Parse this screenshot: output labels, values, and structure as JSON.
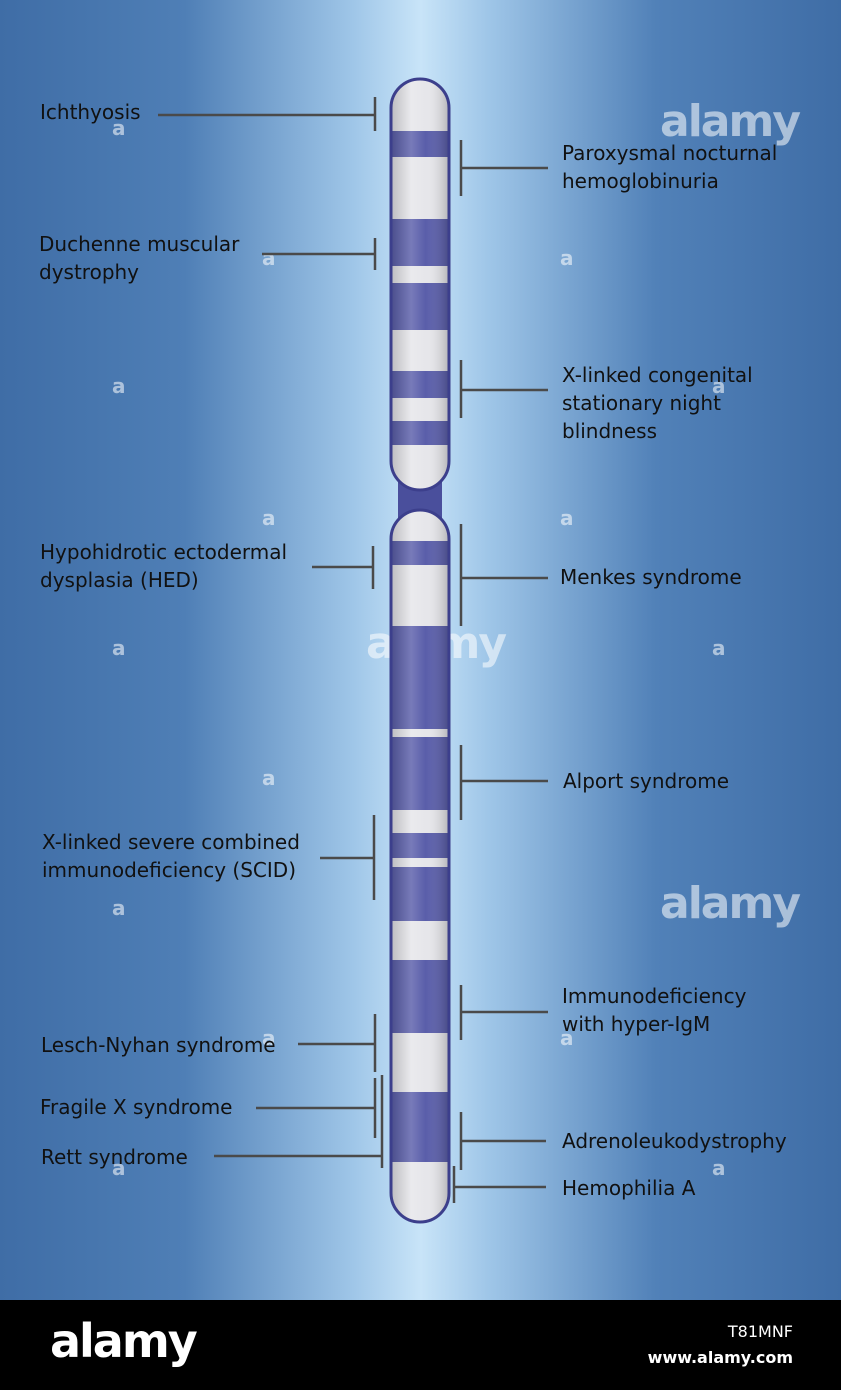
{
  "colors": {
    "band_dark": "#5a5eaa",
    "band_light": "#e6e6ea",
    "outline": "#3c3f8c",
    "leader": "#4a4a4a",
    "label_text": "#111111"
  },
  "labels_left": [
    {
      "id": "ichthyosis",
      "text": "Ichthyosis"
    },
    {
      "id": "duchenne",
      "text": "Duchenne muscular\ndystrophy"
    },
    {
      "id": "hed",
      "text": "Hypohidrotic ectodermal\ndysplasia (HED)"
    },
    {
      "id": "scid",
      "text": "X-linked severe combined\nimmunodeficiency (SCID)"
    },
    {
      "id": "lesch-nyhan",
      "text": "Lesch-Nyhan syndrome"
    },
    {
      "id": "fragile-x",
      "text": "Fragile X syndrome"
    },
    {
      "id": "rett",
      "text": "Rett syndrome"
    }
  ],
  "labels_right": [
    {
      "id": "pnh",
      "text": "Paroxysmal nocturnal\nhemoglobinuria"
    },
    {
      "id": "csnb",
      "text": "X-linked congenital\nstationary night\nblindness"
    },
    {
      "id": "menkes",
      "text": "Menkes syndrome"
    },
    {
      "id": "alport",
      "text": "Alport syndrome"
    },
    {
      "id": "hyper-igm",
      "text": "Immunodeficiency\nwith hyper-IgM"
    },
    {
      "id": "ald",
      "text": "Adrenoleukodystrophy"
    },
    {
      "id": "hemophilia-a",
      "text": "Hemophilia A"
    }
  ],
  "watermark": {
    "brand": "alamy",
    "mark": "a"
  },
  "footer": {
    "logo": "alamy",
    "image_id": "T81MNF",
    "url": "www.alamy.com"
  }
}
